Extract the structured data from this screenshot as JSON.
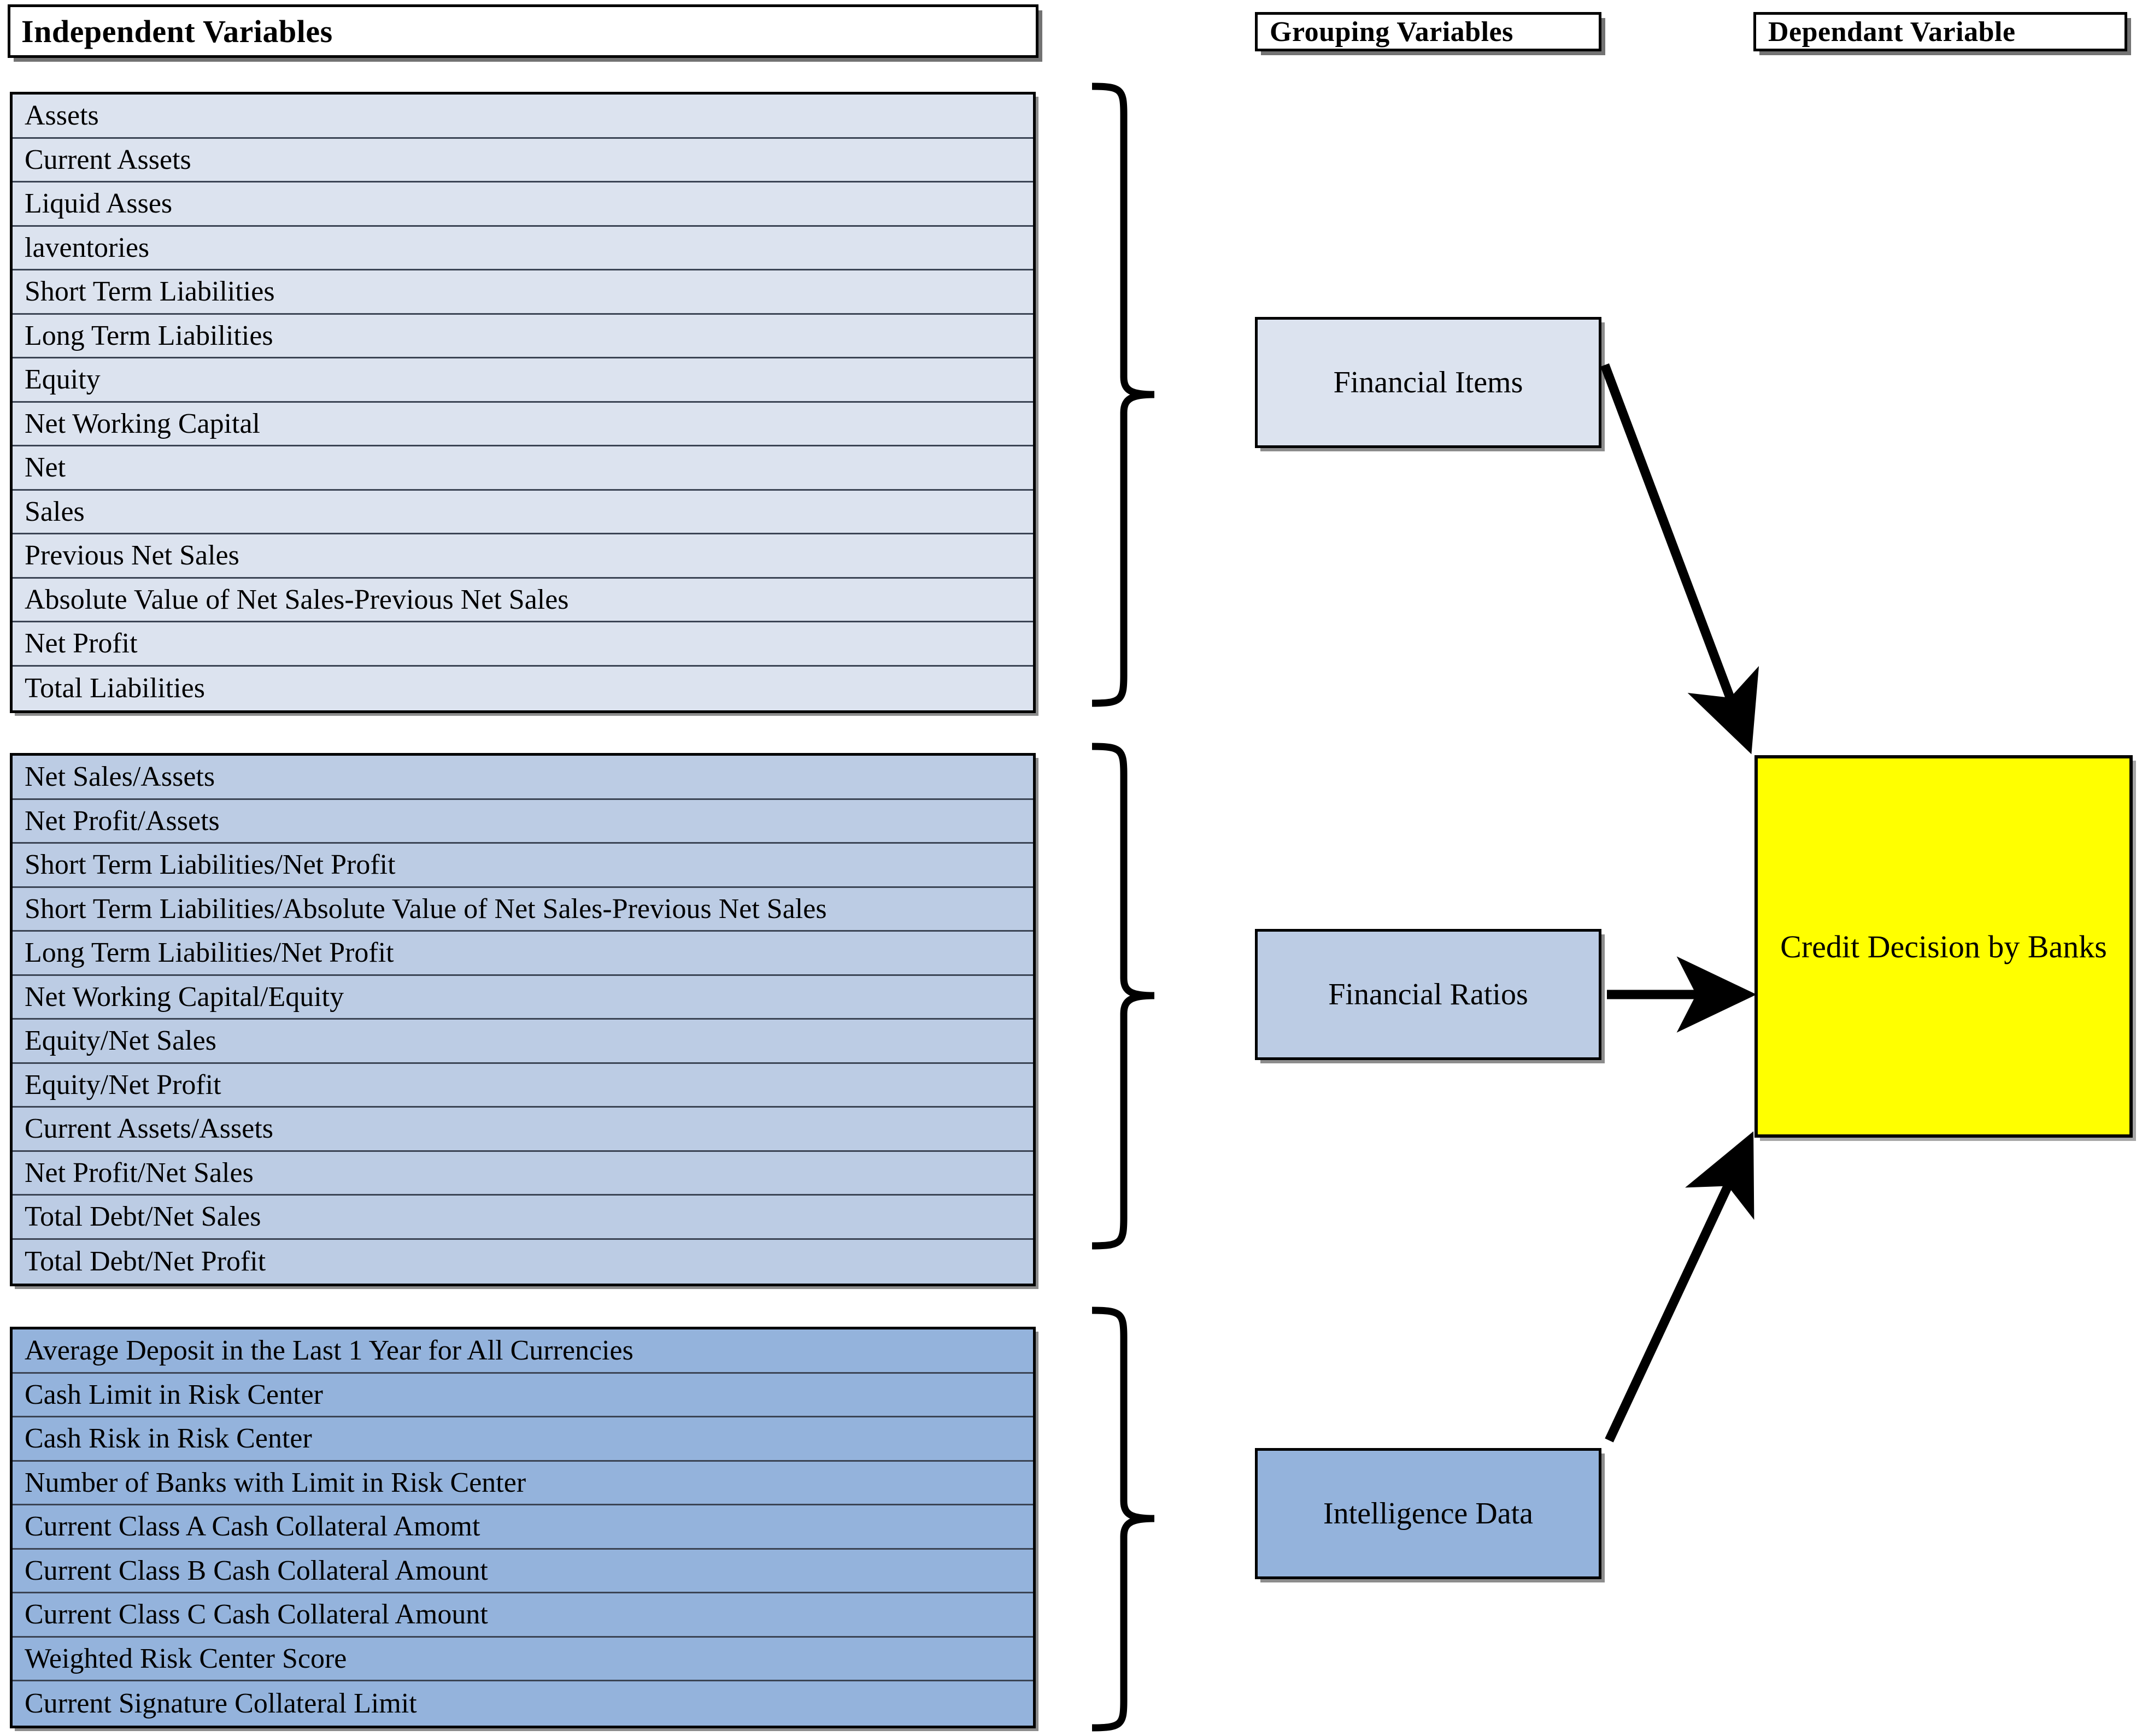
{
  "headers": {
    "independent": "Independent Variables",
    "grouping": "Grouping Variables",
    "dependant": "Dependant Variable"
  },
  "groups": [
    {
      "id": "financial-items",
      "group_label": "Financial Items",
      "color": "#DCE3EF",
      "items": [
        "Assets",
        "Current Assets",
        "Liquid Asses",
        "laventories",
        "Short Term Liabilities",
        "Long Term Liabilities",
        "Equity",
        "Net Working Capital",
        "Net",
        "Sales",
        "Previous Net Sales",
        "Absolute Value of Net Sales-Previous Net Sales",
        "Net Profit",
        "Total Liabilities"
      ]
    },
    {
      "id": "financial-ratios",
      "group_label": "Financial Ratios",
      "color": "#BCCCE4",
      "items": [
        "Net Sales/Assets",
        "Net Profit/Assets",
        "Short Term Liabilities/Net Profit",
        "Short Term Liabilities/Absolute Value of Net Sales-Previous Net Sales",
        "Long Term Liabilities/Net Profit",
        "Net Working Capital/Equity",
        "Equity/Net Sales",
        "Equity/Net Profit",
        "Current Assets/Assets",
        "Net Profit/Net Sales",
        "Total Debt/Net Sales",
        "Total Debt/Net Profit"
      ]
    },
    {
      "id": "intelligence-data",
      "group_label": "Intelligence Data",
      "color": "#94B3DC",
      "items": [
        "Average Deposit in the Last 1 Year for All Currencies",
        "Cash Limit in Risk Center",
        "Cash Risk in Risk Center",
        "Number of Banks with Limit in Risk Center",
        "Current Class A Cash Collateral Amomt",
        "Current Class B Cash Collateral Amount",
        "Current Class C Cash Collateral Amount",
        "Weighted Risk Center Score",
        "Current Signature Collateral Limit"
      ]
    }
  ],
  "dependent": {
    "label": "Credit Decision by Banks",
    "color": "#FFFF00"
  },
  "connections": [
    {
      "from": "Financial Items",
      "to": "Credit Decision by Banks",
      "style": "diagonal-down-arrow"
    },
    {
      "from": "Financial Ratios",
      "to": "Credit Decision by Banks",
      "style": "horizontal-arrow"
    },
    {
      "from": "Intelligence Data",
      "to": "Credit Decision by Banks",
      "style": "diagonal-up-arrow"
    }
  ]
}
